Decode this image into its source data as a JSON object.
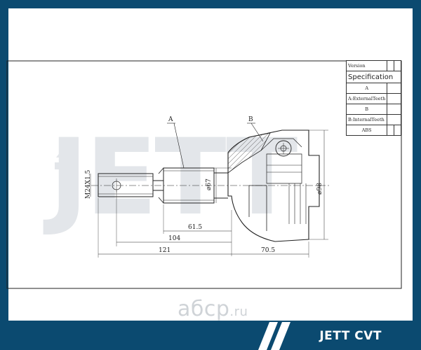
{
  "drawing": {
    "callout_a": "A",
    "callout_b": "B",
    "dim_thread": "M24X1.5",
    "dim_dia_67": "⌀67",
    "dim_dia_98": "⌀98",
    "dim_61_5": "61.5",
    "dim_104": "104",
    "dim_121": "121",
    "dim_70_5": "70.5",
    "bg_watermark": "JETT"
  },
  "spec_table": {
    "version_label": "Version",
    "specification_label": "Specification",
    "row_a": "A",
    "row_a_external": "A:ExternalTeeth",
    "row_b": "B",
    "row_b_internal": "B:InternalTeeth",
    "row_abs": "ABS"
  },
  "footer": {
    "brand": "JETT CVT",
    "site_watermark": "абср",
    "site_watermark_tld": ".ru"
  },
  "colors": {
    "frame": "#0b4a70",
    "watermark": "#e3e6ea",
    "line": "#222222"
  }
}
